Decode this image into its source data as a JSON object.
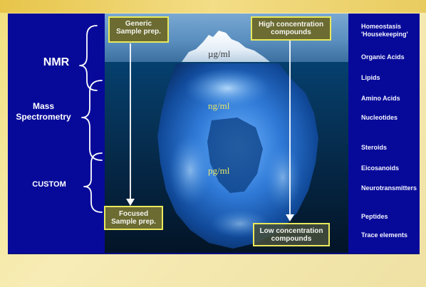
{
  "techniques": {
    "nmr": "NMR",
    "mass": "Mass\nSpectrometry",
    "custom": "CUSTOM"
  },
  "boxes": {
    "generic": "Generic\nSample prep.",
    "high": "High concentration\ncompounds",
    "focused": "Focused\nSample prep.",
    "low": "Low concentration\ncompounds"
  },
  "concentrations": {
    "ug": "µg/ml",
    "ng": "ng/ml",
    "pg": "pg/ml"
  },
  "compound_classes": [
    "Homeostasis\n'Housekeeping'",
    "Organic Acids",
    "Lipids",
    "Amino Acids",
    "Nucleotides",
    "Steroids",
    "Eicosanoids",
    "Neurotransmitters",
    "Peptides",
    "Trace elements"
  ],
  "colors": {
    "panel": "#070a99",
    "box_border": "#e9e85c",
    "conc_above": "#3a3a3a",
    "conc_below": "#e8e66a"
  }
}
